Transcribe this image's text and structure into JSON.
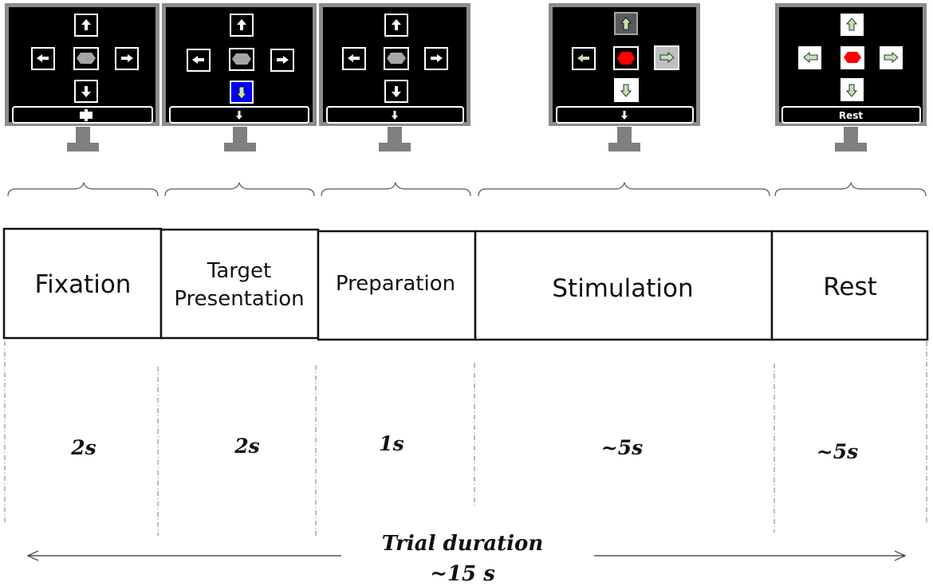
{
  "colors": {
    "screen_bg": "#000000",
    "monitor_frame": "#8c8c8c",
    "stand": "#7f7f7f",
    "cue_green": "#c5e0b4",
    "target_blue": "#0000ff",
    "stop_red": "#ff0000",
    "hex_gray": "#a6a6a6",
    "box_gray_dark": "#595959",
    "box_gray_light": "#bfbfbf"
  },
  "phases": [
    {
      "label": "Fixation",
      "duration": "2s",
      "bar_text": "",
      "bar_icon": "fixation-cross-icon"
    },
    {
      "label_line1": "Target",
      "label_line2": "Presentation",
      "duration": "2s",
      "bar_text": "",
      "bar_icon": "arrow-down-icon"
    },
    {
      "label": "Preparation",
      "duration": "1s",
      "bar_text": "",
      "bar_icon": "arrow-down-icon"
    },
    {
      "label": "Stimulation",
      "duration": "~5s",
      "bar_text": "",
      "bar_icon": "arrow-down-icon"
    },
    {
      "label": "Rest",
      "duration": "~5s",
      "bar_text": "Rest",
      "bar_icon": ""
    }
  ],
  "trial": {
    "label": "Trial duration",
    "duration": "~15 s"
  }
}
